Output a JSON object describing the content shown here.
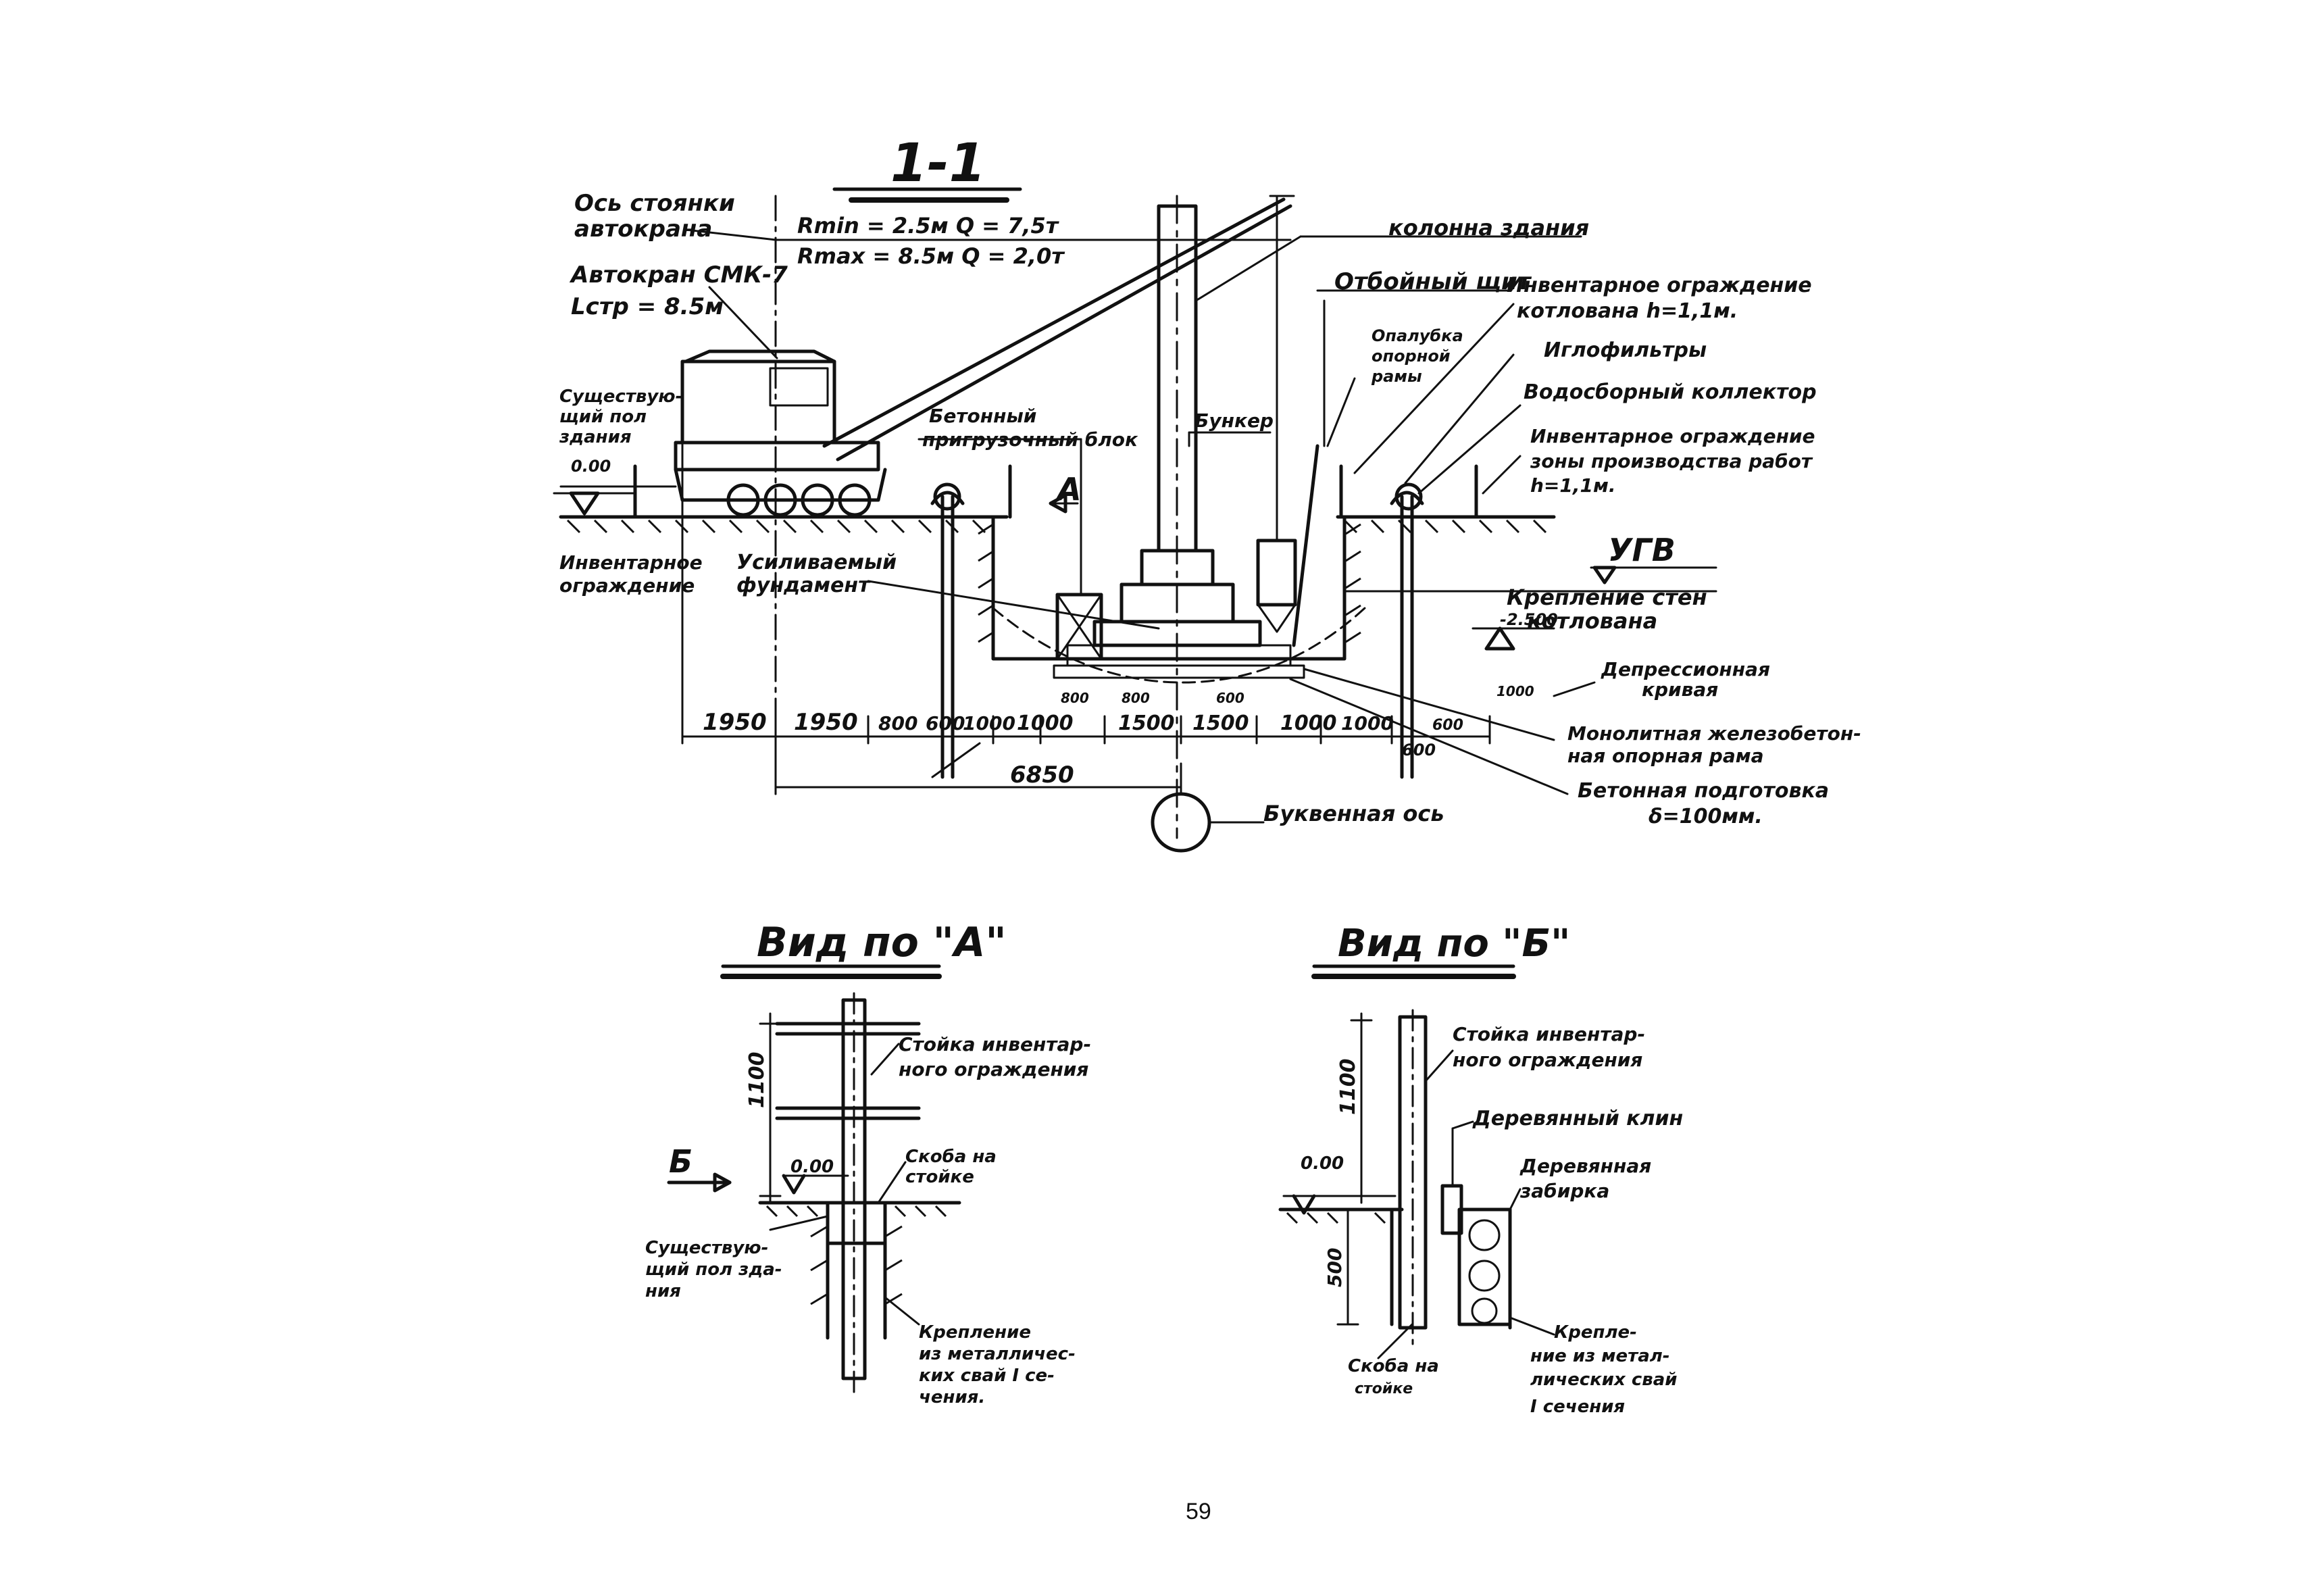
{
  "section_title": "1-1",
  "labels": {
    "crane_axis": [
      "Ось стоянки",
      "автокрана"
    ],
    "crane_params_1": "Rmin = 2.5м   Q = 7,5т",
    "crane_params_2": "Rmax = 8.5м   Q = 2,0т",
    "crane_model": [
      "Автокран СМК-7",
      "Lстр = 8.5м"
    ],
    "existing_floor": [
      "Существую-",
      "щий пол",
      "здания"
    ],
    "level_zero": "0.00",
    "inventory_fence": [
      "Инвентарное",
      "ограждение"
    ],
    "strengthened_foundation": [
      "Усиливаемый",
      "фундамент"
    ],
    "concrete_block": [
      "Бетонный",
      "пригрузочный блок"
    ],
    "view_a_arrow": "А",
    "bunker": "Бункер",
    "building_column": "колонна здания",
    "shield": "Отбойный щит",
    "formwork": [
      "Опалубка",
      "опорной",
      "рамы"
    ],
    "pit_fence": [
      "Инвентарное ограждение",
      "котлована h=1,1м."
    ],
    "needle_filters": "Иглофильтры",
    "collector": "Водосборный коллектор",
    "work_zone_fence": [
      "Инвентарное ограждение",
      "зоны производства работ",
      "h=1,1м."
    ],
    "ugv": "УГВ",
    "pit_walls": [
      "Крепление стен",
      "котлована"
    ],
    "level_minus": "-2.500",
    "depression": [
      "Депрессионная",
      "кривая"
    ],
    "monolithic_frame": [
      "Монолитная железобетон-",
      "ная опорная рама"
    ],
    "concrete_prep": [
      "Бетонная подготовка",
      "δ=100мм."
    ],
    "letter_axis": "Буквенная ось"
  },
  "dimensions": {
    "bottom_row": [
      "1950",
      "1950",
      "800",
      "600",
      "1000",
      "1000",
      "1500",
      "1500",
      "1000",
      "1000",
      "600"
    ],
    "small": [
      "800",
      "800",
      "600",
      "1000",
      "600"
    ],
    "total": "6850"
  },
  "view_a": {
    "title": "Вид по \"А\"",
    "dim_height": "1100",
    "level": "0.00",
    "arrow_b": "Б",
    "post": [
      "Стойка инвентар-",
      "ного ограждения"
    ],
    "bracket": [
      "Скоба на",
      "стойке"
    ],
    "floor": [
      "Существую-",
      "щий пол зда-",
      "ния"
    ],
    "piles": [
      "Крепление",
      "из металличес-",
      "ких свай I се-",
      "чения."
    ]
  },
  "view_b": {
    "title": "Вид по \"Б\"",
    "dim_height": "1100",
    "dim_500": "500",
    "level": "0.00",
    "post": [
      "Стойка инвентар-",
      "ного ограждения"
    ],
    "wedge": "Деревянный клин",
    "lagging": [
      "Деревянная",
      "забирка"
    ],
    "bracket": [
      "Скоба на",
      "стойке"
    ],
    "piles": [
      "Крепле-",
      "ние из метал-",
      "лических свай",
      "I сечения"
    ]
  },
  "page_number": "59"
}
